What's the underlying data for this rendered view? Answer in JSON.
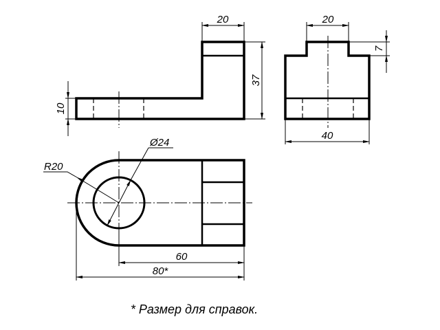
{
  "views": {
    "front": {
      "dim_width_top": "20",
      "dim_height_total": "37",
      "dim_base_height": "10"
    },
    "side": {
      "dim_width_top": "20",
      "dim_step_height": "7",
      "dim_width_total": "40"
    },
    "top": {
      "dim_hole_diameter": "Ø24",
      "dim_radius": "R20",
      "dim_length": "60",
      "dim_total_length": "80*"
    }
  },
  "caption": "* Размер для справок."
}
